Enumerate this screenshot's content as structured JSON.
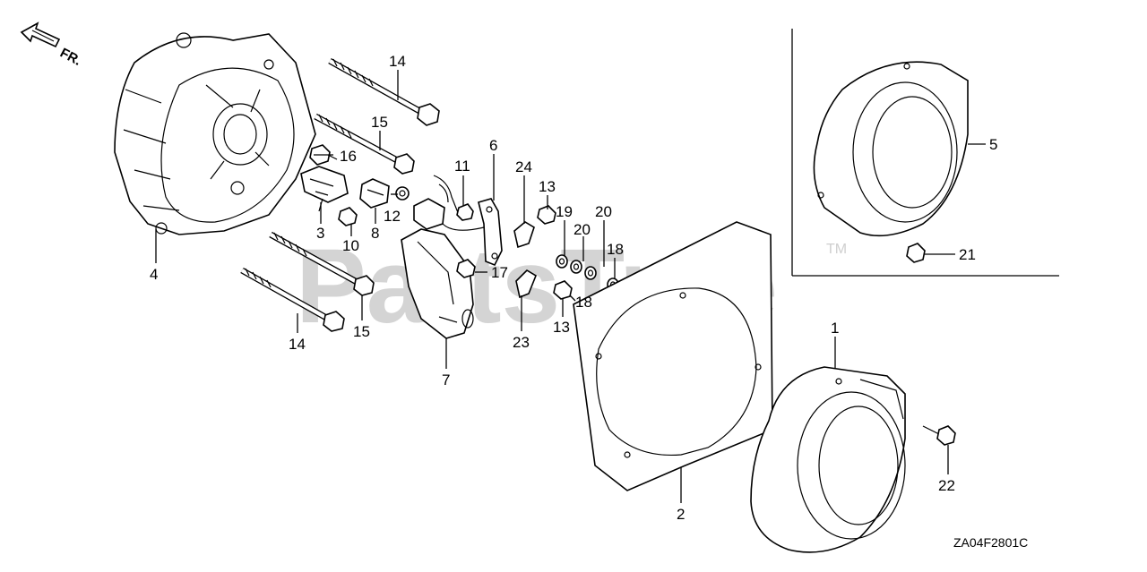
{
  "watermark": "PartsTree",
  "trademark": "TM",
  "front_marker": "FR.",
  "diagram_code": "ZA04F2801C",
  "callouts": [
    {
      "id": "c14a",
      "text": "14"
    },
    {
      "id": "c15a",
      "text": "15"
    },
    {
      "id": "c16",
      "text": "16"
    },
    {
      "id": "c11",
      "text": "11"
    },
    {
      "id": "c6",
      "text": "6"
    },
    {
      "id": "c24",
      "text": "24"
    },
    {
      "id": "c13a",
      "text": "13"
    },
    {
      "id": "c19",
      "text": "19"
    },
    {
      "id": "c20a",
      "text": "20"
    },
    {
      "id": "c20b",
      "text": "20"
    },
    {
      "id": "c18a",
      "text": "18"
    },
    {
      "id": "c5",
      "text": "5"
    },
    {
      "id": "c21",
      "text": "21"
    },
    {
      "id": "c4",
      "text": "4"
    },
    {
      "id": "c3",
      "text": "3"
    },
    {
      "id": "c10",
      "text": "10"
    },
    {
      "id": "c8",
      "text": "8"
    },
    {
      "id": "c12",
      "text": "12"
    },
    {
      "id": "c17",
      "text": "17"
    },
    {
      "id": "c18b",
      "text": "18"
    },
    {
      "id": "c13b",
      "text": "13"
    },
    {
      "id": "c23",
      "text": "23"
    },
    {
      "id": "c14b",
      "text": "14"
    },
    {
      "id": "c15b",
      "text": "15"
    },
    {
      "id": "c7",
      "text": "7"
    },
    {
      "id": "c1",
      "text": "1"
    },
    {
      "id": "c2",
      "text": "2"
    },
    {
      "id": "c22",
      "text": "22"
    }
  ]
}
